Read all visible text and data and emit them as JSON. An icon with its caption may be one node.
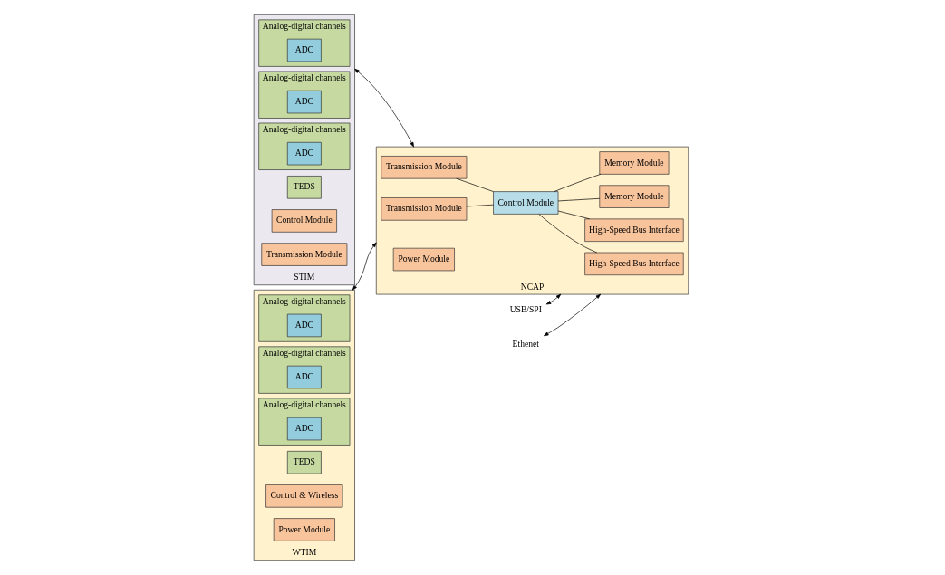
{
  "diagram": {
    "nodes": [
      {
        "text": [
          "STIM"
        ]
      },
      {
        "text": [
          "Analog-digital channels"
        ],
        "in": 0
      },
      {
        "text": [
          "ADC"
        ],
        "in": 1
      },
      {
        "text": [
          "Analog-digital channels"
        ],
        "in": 0
      },
      {
        "text": [
          "ADC"
        ],
        "in": 3
      },
      {
        "text": [
          "Analog-digital channels"
        ],
        "in": 0
      },
      {
        "text": [
          "ADC"
        ],
        "in": 5
      },
      {
        "text": [
          "TEDS"
        ],
        "in": 0
      },
      {
        "text": [
          "Control Module"
        ],
        "in": 0
      },
      {
        "text": [
          "Transmission Module"
        ],
        "in": 0
      },
      {
        "text": [
          "WTIM"
        ]
      },
      {
        "text": [
          "Analog-digital channels"
        ],
        "in": 10
      },
      {
        "text": [
          "ADC"
        ],
        "in": 11
      },
      {
        "text": [
          "Analog-digital channels"
        ],
        "in": 10
      },
      {
        "text": [
          "ADC"
        ],
        "in": 13
      },
      {
        "text": [
          "Analog-digital channels"
        ],
        "in": 10
      },
      {
        "text": [
          "ADC"
        ],
        "in": 15
      },
      {
        "text": [
          "TEDS"
        ],
        "in": 10
      },
      {
        "text": [
          "Control & Wireless"
        ],
        "in": 10
      },
      {
        "text": [
          "Power Module"
        ],
        "in": 10
      },
      {
        "text": [
          "NCAP"
        ]
      },
      {
        "text": [
          "Transmission Module"
        ],
        "in": 20
      },
      {
        "text": [
          "Transmission Module"
        ],
        "in": 20
      },
      {
        "text": [
          "Memory Module"
        ],
        "in": 20
      },
      {
        "text": [
          "Memory Module"
        ],
        "in": 20
      },
      {
        "text": [
          "Control Module"
        ],
        "in": 20
      },
      {
        "text": [
          "High-Speed Bus Interface"
        ],
        "in": 20
      },
      {
        "text": [
          "High-Speed Bus Interface"
        ],
        "in": 20
      },
      {
        "text": [
          "Power Module"
        ],
        "in": 20
      },
      {
        "text": [
          "USB/SPI"
        ]
      },
      {
        "text": [
          "Ethenet"
        ]
      }
    ],
    "edges": [
      {
        "from": 0,
        "to": 20,
        "arrow": "both"
      },
      {
        "from": 10,
        "to": 20,
        "arrow": "both"
      },
      {
        "from": 29,
        "to": 20,
        "arrow": "both"
      },
      {
        "from": 30,
        "to": 20,
        "arrow": "both"
      },
      {
        "from": 21,
        "to": 25,
        "arrow": "none"
      },
      {
        "from": 22,
        "to": 25,
        "arrow": "none"
      },
      {
        "from": 23,
        "to": 25,
        "arrow": "none"
      },
      {
        "from": 24,
        "to": 25,
        "arrow": "none"
      },
      {
        "from": 25,
        "to": 26,
        "arrow": "none"
      },
      {
        "from": 25,
        "to": 27,
        "arrow": "none"
      }
    ]
  }
}
